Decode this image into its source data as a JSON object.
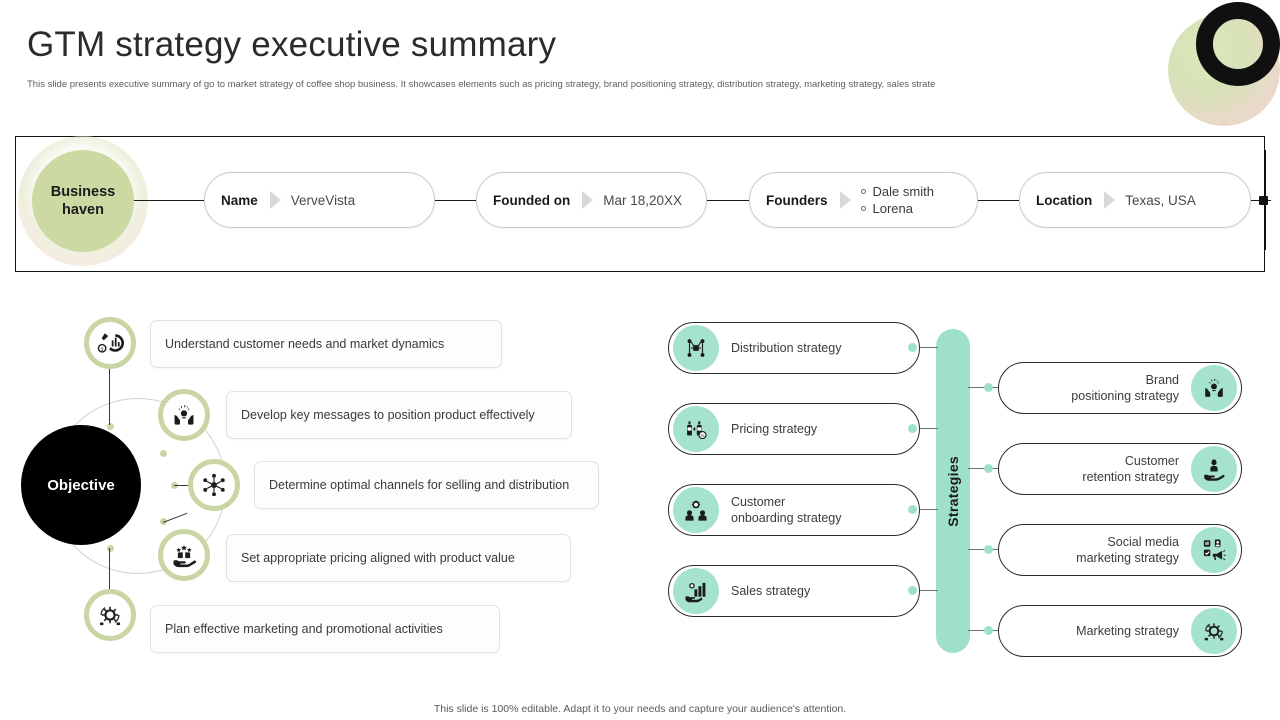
{
  "header": {
    "title": "GTM strategy executive summary",
    "subtitle": "This slide presents executive summary of go to market strategy of coffee shop business. It showcases elements such as pricing strategy, brand positioning strategy, distribution strategy, marketing strategy, sales strate"
  },
  "company_band": {
    "badge_line1": "Business",
    "badge_line2": "haven",
    "fields": [
      {
        "label": "Name",
        "value": "VerveVista"
      },
      {
        "label": "Founded on",
        "value": "Mar 18,20XX"
      },
      {
        "label": "Founders",
        "values": [
          "Dale smith",
          "Lorena"
        ]
      },
      {
        "label": "Location",
        "value": "Texas, USA"
      }
    ]
  },
  "objective": {
    "title": "Objective",
    "items": [
      {
        "text": "Understand customer needs and market dynamics",
        "icon": "market-research-icon"
      },
      {
        "text": "Develop key messages to position product effectively",
        "icon": "hands-idea-icon"
      },
      {
        "text": "Determine optimal channels for selling and distribution",
        "icon": "network-nodes-icon"
      },
      {
        "text": "Set appropriate pricing aligned with product value",
        "icon": "hand-value-stars-icon"
      },
      {
        "text": "Plan effective marketing and promotional activities",
        "icon": "gear-marketing-icon"
      }
    ]
  },
  "strategies": {
    "title": "Strategies",
    "left_items": [
      {
        "text": "Distribution strategy",
        "icon": "distribution-network-icon"
      },
      {
        "text": "Pricing strategy",
        "icon": "price-tag-bottles-icon"
      },
      {
        "text": "Customer onboarding strategy",
        "line1": "Customer",
        "line2": "onboarding  strategy",
        "icon": "customer-onboarding-icon"
      },
      {
        "text": "Sales strategy",
        "icon": "sales-growth-icon"
      }
    ],
    "right_items": [
      {
        "text": "Brand positioning strategy",
        "line1": "Brand",
        "line2": "positioning strategy",
        "icon": "hands-idea-icon"
      },
      {
        "text": "Customer retention strategy",
        "line1": "Customer",
        "line2": "retention strategy",
        "icon": "customer-retention-icon"
      },
      {
        "text": "Social media marketing strategy",
        "line1": "Social media",
        "line2": "marketing strategy",
        "icon": "social-media-icon"
      },
      {
        "text": "Marketing strategy",
        "line1": "Marketing strategy",
        "line2": "",
        "icon": "gear-marketing-icon"
      }
    ]
  },
  "footer": {
    "note": "This slide is 100% editable. Adapt it to your needs and capture your audience's attention."
  },
  "colors": {
    "sage": "#ccd9a2",
    "mint": "#9fe0cb",
    "mint_icon": "#a5e3d0",
    "black": "#000000"
  }
}
